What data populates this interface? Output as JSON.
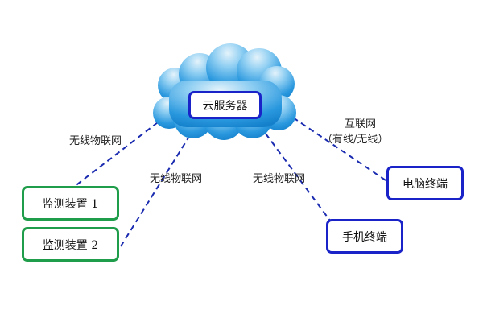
{
  "cloud": {
    "label": "云服务器"
  },
  "nodes": {
    "monitor1": "监测装置 1",
    "monitor2": "监测装置 2",
    "phone": "手机终端",
    "pc": "电脑终端"
  },
  "links": {
    "wireless_iot_left": "无线物联网",
    "wireless_iot_center": "无线物联网",
    "wireless_iot_right": "无线物联网",
    "internet": "互联网",
    "internet_note": "（有线/无线）"
  },
  "colors": {
    "line": "#1a2bb0",
    "monitor_border": "#1f9d4a",
    "terminal_border": "#1a23c8",
    "cloud_top": "#d8eef9",
    "cloud_bottom": "#1a8fd8"
  }
}
